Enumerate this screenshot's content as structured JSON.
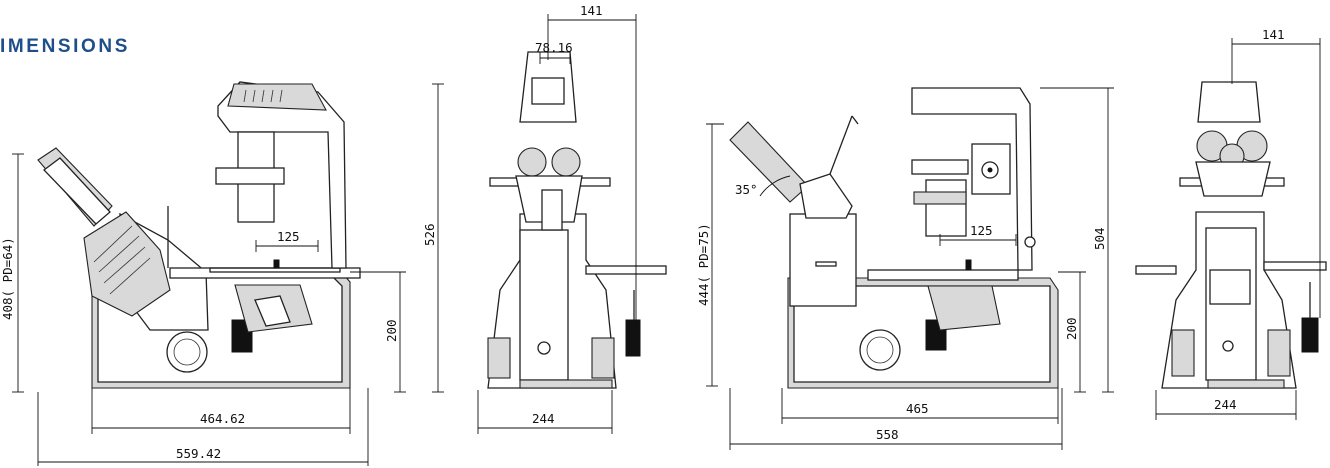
{
  "heading": "IMENSIONS",
  "dimensions": {
    "v1_total_length": "559.42",
    "v1_base_length": "464.62",
    "v1_height": "526",
    "v1_eyepiece_height": "408( PD=64)",
    "v1_stage_height": "200",
    "v1_condenser_offset": "125",
    "v2_width": "244",
    "v2_top_width": "78.16",
    "v2_offset": "141",
    "v3_total_length": "558",
    "v3_base_length": "465",
    "v3_height": "504",
    "v3_eyepiece_height": "444( PD=75)",
    "v3_stage_height": "200",
    "v3_condenser_offset": "125",
    "v3_angle": "35°",
    "v4_width": "244",
    "v4_offset": "141"
  },
  "colors": {
    "heading": "#1f4f8a",
    "line": "#222222"
  }
}
